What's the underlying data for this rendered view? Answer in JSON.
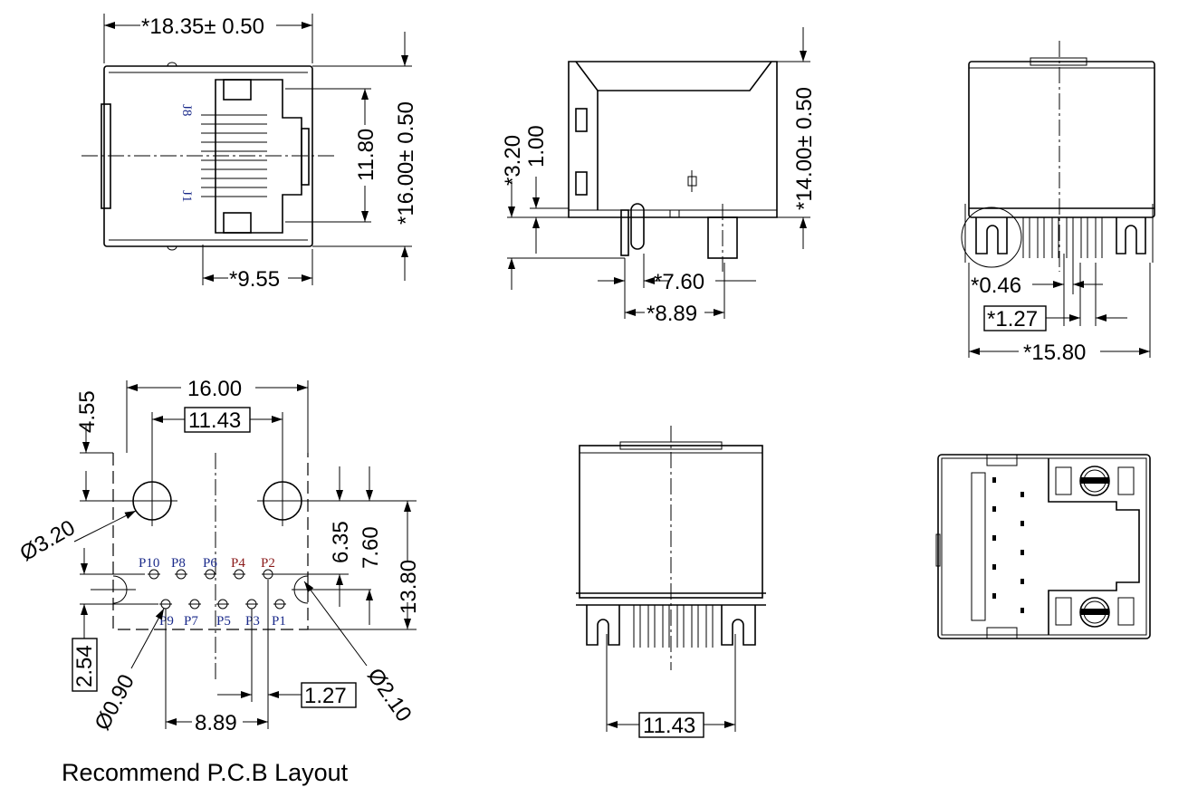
{
  "front_view": {
    "width_dim": "*18.35± 0.50",
    "height_dim": "*16.00± 0.50",
    "opening_dim": "11.80",
    "bottom_dim": "*9.55",
    "pin_label_top": "J8",
    "pin_label_bottom": "J1"
  },
  "side_view": {
    "dim_a": "*3.20",
    "dim_b": "1.00",
    "height_dim": "*14.00± 0.50",
    "dim_c": "*7.60",
    "dim_d": "*8.89"
  },
  "rear_view": {
    "pin_width_dim": "*0.46",
    "pitch_dim": "*1.27",
    "width_dim": "*15.80"
  },
  "pcb_layout": {
    "title": "Recommend P.C.B Layout",
    "width_dim": "16.00",
    "hole_spacing_dim": "11.43",
    "top_offset_dim": "4.55",
    "dim_635": "6.35",
    "dim_760": "7.60",
    "dim_1380": "13.80",
    "row_pitch_dim": "2.54",
    "big_hole_dim": "Ø3.20",
    "pin_hole_dim": "Ø0.90",
    "peg_hole_dim": "Ø2.10",
    "pin_span_dim": "8.89",
    "pin_pitch_dim": "1.27",
    "pins_top": [
      "P10",
      "P8",
      "P6",
      "P4",
      "P2"
    ],
    "pins_bottom": [
      "P9",
      "P7",
      "P5",
      "P3",
      "P1"
    ],
    "pin_label_colors": [
      "#1a2a8a",
      "#8a1a1a"
    ]
  },
  "bottom_front_view": {
    "pin_span_dim": "11.43"
  }
}
